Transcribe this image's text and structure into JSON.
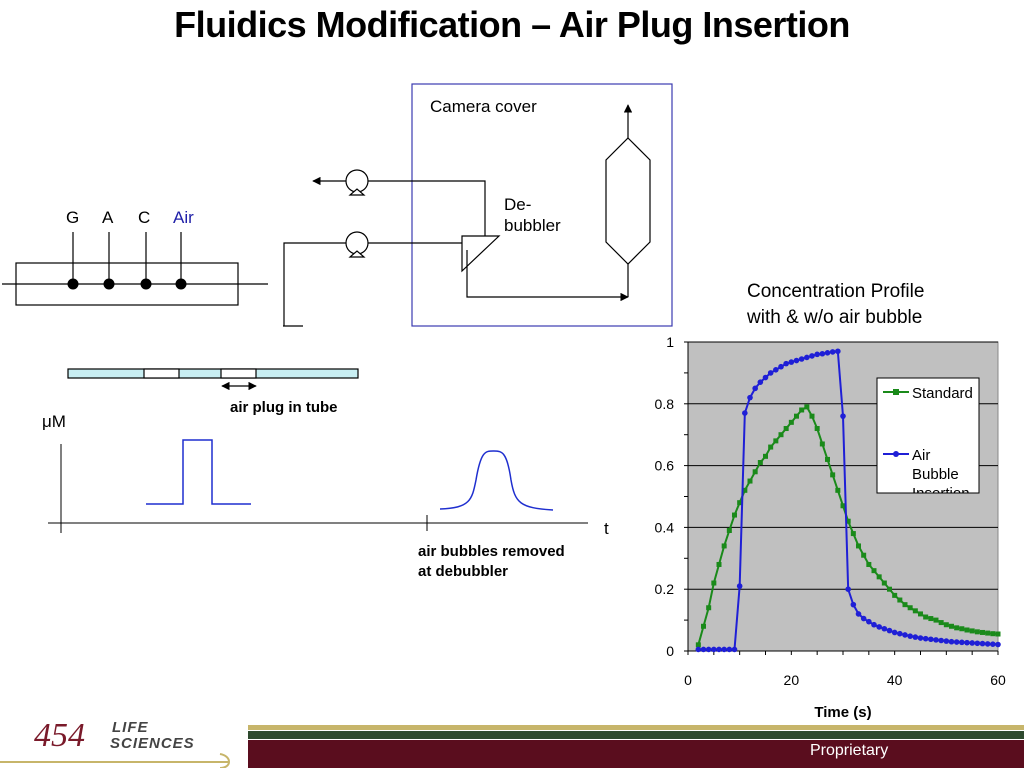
{
  "title": "Fluidics Modification – Air Plug Insertion",
  "fluidics": {
    "camera_cover_label": "Camera cover",
    "debubbler_label_line1": "De-",
    "debubbler_label_line2": "bubbler",
    "reagents": [
      "G",
      "A",
      "C",
      "Air"
    ],
    "reagent_colors": [
      "#000000",
      "#000000",
      "#000000",
      "#1f1fa8"
    ],
    "box_border_color": "#3b3bb0"
  },
  "tube": {
    "caption": "air plug in tube",
    "fill_color": "#c8eef2"
  },
  "profile_sketch": {
    "y_label": "μM",
    "x_label": "t",
    "caption_line1": "air bubbles removed",
    "caption_line2": "at debubbler",
    "line_color": "#1f2fcf"
  },
  "chart_title_line1": "Concentration Profile",
  "chart_title_line2": "with & w/o air bubble",
  "chart_data": {
    "type": "line",
    "title": "Concentration Profile with & w/o air bubble",
    "xlabel": "Time (s)",
    "ylabel": "",
    "xlim": [
      0,
      60
    ],
    "ylim": [
      0,
      1
    ],
    "x_ticks": [
      0,
      20,
      40,
      60
    ],
    "y_ticks": [
      0,
      0.2,
      0.4,
      0.6,
      0.8,
      1
    ],
    "y_tick_labels": [
      "0",
      "0.2",
      "0.4",
      "0.6",
      "0.8",
      "1"
    ],
    "grid": "horizontal",
    "legend_position": "right",
    "plot_background": "#c0c0c0",
    "series": [
      {
        "name": "Standard",
        "color": "#1a8a1a",
        "marker": "square",
        "x": [
          2,
          3,
          4,
          5,
          6,
          7,
          8,
          9,
          10,
          11,
          12,
          13,
          14,
          15,
          16,
          17,
          18,
          19,
          20,
          21,
          22,
          23,
          24,
          25,
          26,
          27,
          28,
          29,
          30,
          31,
          32,
          33,
          34,
          35,
          36,
          37,
          38,
          39,
          40,
          41,
          42,
          43,
          44,
          45,
          46,
          47,
          48,
          49,
          50,
          51,
          52,
          53,
          54,
          55,
          56,
          57,
          58,
          59,
          60
        ],
        "y": [
          0.02,
          0.08,
          0.14,
          0.22,
          0.28,
          0.34,
          0.39,
          0.44,
          0.48,
          0.52,
          0.55,
          0.58,
          0.61,
          0.63,
          0.66,
          0.68,
          0.7,
          0.72,
          0.74,
          0.76,
          0.78,
          0.79,
          0.76,
          0.72,
          0.67,
          0.62,
          0.57,
          0.52,
          0.47,
          0.42,
          0.38,
          0.34,
          0.31,
          0.28,
          0.26,
          0.24,
          0.22,
          0.2,
          0.18,
          0.165,
          0.15,
          0.14,
          0.13,
          0.12,
          0.11,
          0.105,
          0.1,
          0.092,
          0.085,
          0.08,
          0.075,
          0.072,
          0.068,
          0.065,
          0.062,
          0.06,
          0.058,
          0.056,
          0.055
        ]
      },
      {
        "name": "Air Bubble Insertion",
        "color": "#1f1fd6",
        "marker": "circle",
        "x": [
          2,
          3,
          4,
          5,
          6,
          7,
          8,
          9,
          10,
          11,
          12,
          13,
          14,
          15,
          16,
          17,
          18,
          19,
          20,
          21,
          22,
          23,
          24,
          25,
          26,
          27,
          28,
          29,
          30,
          31,
          32,
          33,
          34,
          35,
          36,
          37,
          38,
          39,
          40,
          41,
          42,
          43,
          44,
          45,
          46,
          47,
          48,
          49,
          50,
          51,
          52,
          53,
          54,
          55,
          56,
          57,
          58,
          59,
          60
        ],
        "y": [
          0.005,
          0.005,
          0.005,
          0.005,
          0.005,
          0.005,
          0.005,
          0.005,
          0.21,
          0.77,
          0.82,
          0.85,
          0.87,
          0.885,
          0.9,
          0.91,
          0.92,
          0.93,
          0.935,
          0.94,
          0.945,
          0.95,
          0.955,
          0.96,
          0.962,
          0.965,
          0.968,
          0.97,
          0.76,
          0.2,
          0.15,
          0.12,
          0.105,
          0.095,
          0.085,
          0.078,
          0.072,
          0.066,
          0.06,
          0.056,
          0.052,
          0.048,
          0.045,
          0.042,
          0.04,
          0.038,
          0.036,
          0.034,
          0.032,
          0.03,
          0.029,
          0.028,
          0.027,
          0.026,
          0.025,
          0.024,
          0.023,
          0.022,
          0.021
        ]
      }
    ]
  },
  "footer": {
    "logo_number": "454",
    "logo_line1": "LIFE",
    "logo_line2": "SCIENCES",
    "proprietary": "Proprietary",
    "band_color": "#5a0d1e",
    "accent_color": "#c7b56a",
    "logo_color": "#7a1a2a"
  }
}
